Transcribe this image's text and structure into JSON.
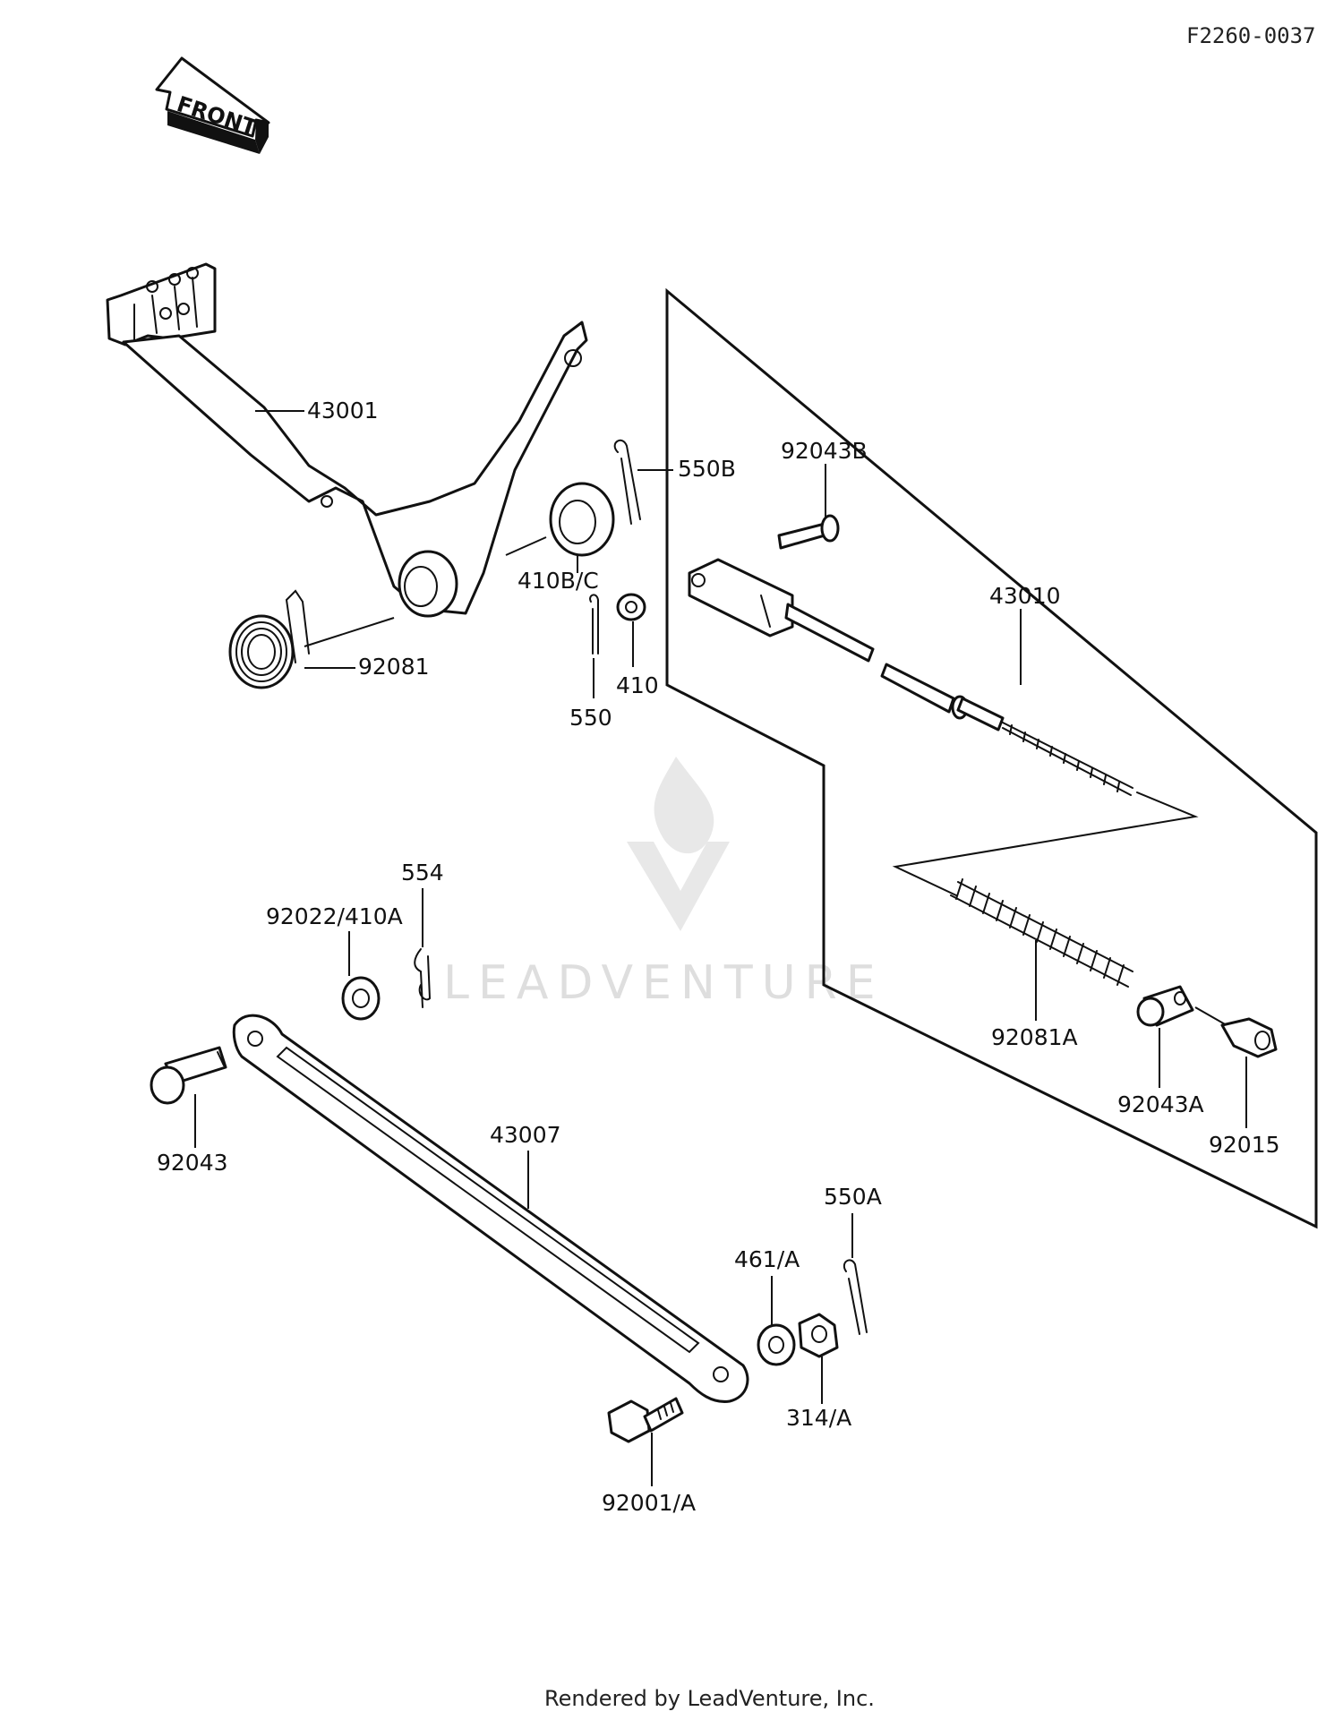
{
  "diagram_code": "F2260-0037",
  "front_arrow_label": "FRONT",
  "watermark": "LEADVENTURE",
  "footer": "Rendered by LeadVenture, Inc.",
  "labels": {
    "l43001": "43001",
    "l550B": "550B",
    "l92043B": "92043B",
    "l410BC": "410B/C",
    "l43010": "43010",
    "l92081": "92081",
    "l410": "410",
    "l550": "550",
    "l554": "554",
    "l92022_410A": "92022/410A",
    "l92081A": "92081A",
    "l92043A": "92043A",
    "l92015": "92015",
    "l92043": "92043",
    "l43007": "43007",
    "l550A": "550A",
    "l461A": "461/A",
    "l314A": "314/A",
    "l92001A": "92001/A"
  },
  "colors": {
    "ink": "#111111",
    "watermark": "#dedede",
    "background": "#ffffff"
  }
}
